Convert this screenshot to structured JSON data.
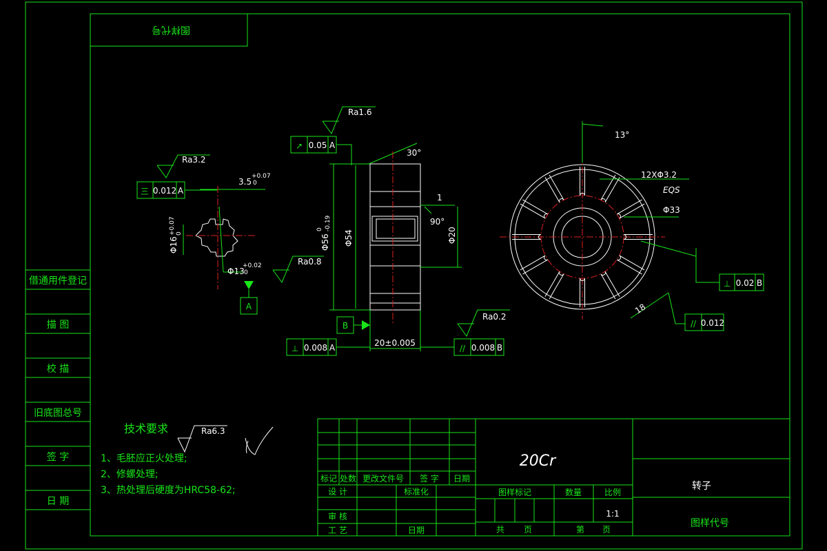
{
  "drawing": {
    "mirrored_title_box": "图样代号",
    "left_column": [
      "借通用件登记",
      "描 图",
      "校 描",
      "旧底图总号",
      "签 字",
      "日 期"
    ],
    "tech_requirements": {
      "heading": "技术要求",
      "roughness": "Ra6.3",
      "items": [
        "1、毛胚应正火处理;",
        "2、修螺处理;",
        "3、热处理后硬度为HRC58-62;"
      ]
    },
    "left_view": {
      "tolerance_symbol": "三",
      "tolerance_value": "0.012",
      "datum": "A",
      "roughness": "Ra3.2",
      "chamfer": "3.5",
      "chamfer_tol_upper": "+0.07",
      "chamfer_tol_lower": "0",
      "diameter_16": "Φ16",
      "diameter_16_tol_upper": "+0.07",
      "diameter_16_tol_lower": "0",
      "diameter_13": "Φ13",
      "diameter_13_tol_upper": "+0.02",
      "diameter_13_tol_lower": "0",
      "datum_label": "A"
    },
    "section_view": {
      "runout_symbol": "↗",
      "runout_value": "0.05",
      "runout_datum": "A",
      "roughness_top": "Ra1.6",
      "angle_30": "30°",
      "dia_56": "Φ56",
      "dia_56_tol_upper": "0",
      "dia_56_tol_lower": "-0.19",
      "dia_54": "Φ54",
      "roughness_left": "Ra0.8",
      "dim_1": "1",
      "angle_90": "90°",
      "dia_20": "Φ20",
      "datum_b": "B",
      "width": "20±0.005",
      "perp_symbol": "⊥",
      "perp_value": "0.008",
      "perp_datum": "A",
      "parallel_symbol": "//",
      "parallel_value": "0.008",
      "parallel_datum": "B",
      "roughness_bottom": "Ra0.2"
    },
    "front_view": {
      "angle_13": "13°",
      "holes": "12XΦ3.2",
      "eqs": "EQS",
      "dia_33": "Φ33",
      "perp_symbol": "⊥",
      "perp_value": "0.02",
      "perp_datum": "B",
      "dim_18": "18",
      "parallel_symbol": "//",
      "parallel_value": "0.012"
    },
    "title_block": {
      "rev_headers": [
        "标记",
        "处数",
        "更改文件号",
        "签 字",
        "日期"
      ],
      "row_labels": [
        "设 计",
        "标准化",
        "审 核",
        "工 艺",
        "日期"
      ],
      "material": "20Cr",
      "part_name": "转子",
      "drawing_code_label": "图样代号",
      "stage_label": "图样标记",
      "qty_label": "数量",
      "scale_label": "比例",
      "scale_value": "1:1",
      "total_label": "共",
      "page_label": "页",
      "sheet_label": "第",
      "sheet_page": "页"
    }
  }
}
